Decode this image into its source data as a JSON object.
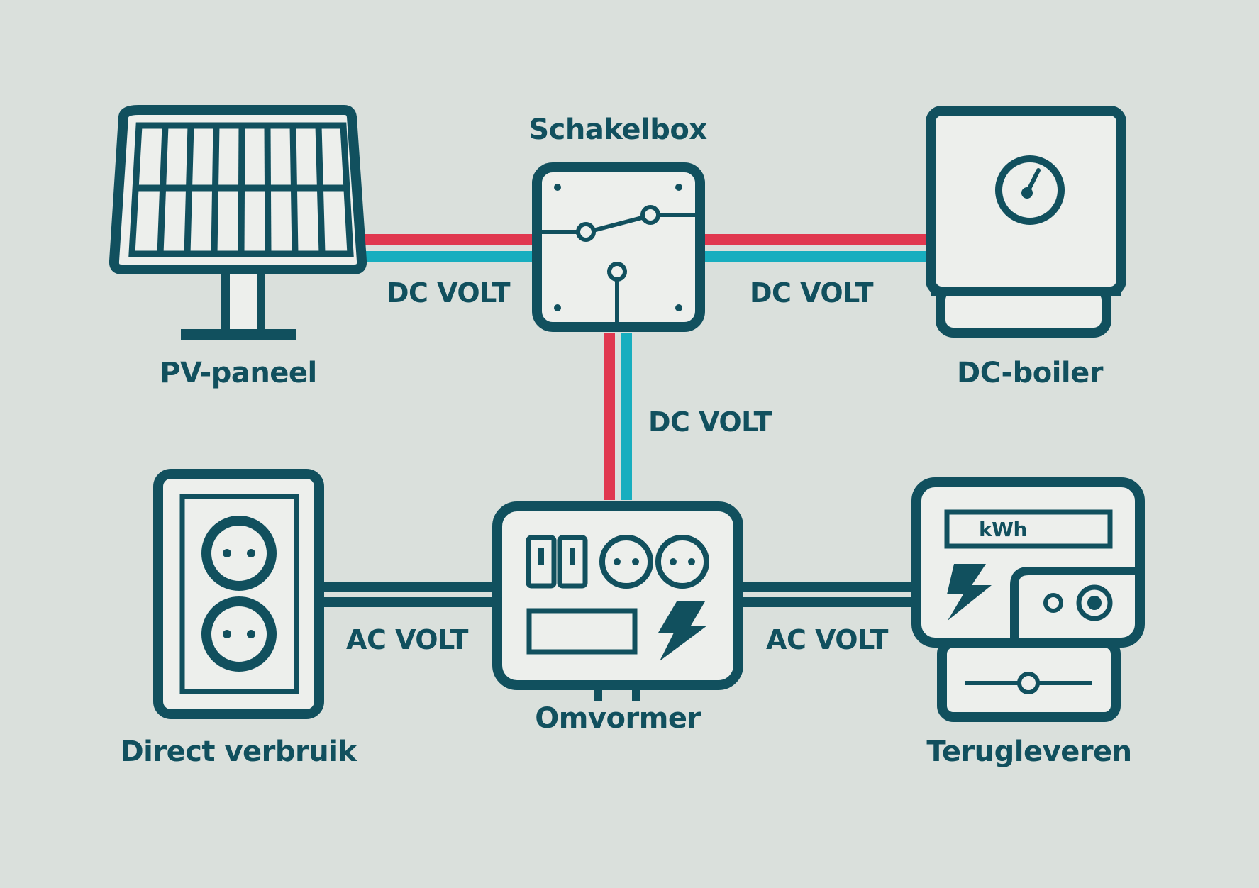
{
  "colors": {
    "background": "#dae0dc",
    "outline": "#11505e",
    "fill": "#edefec",
    "dc_positive": "#e0384f",
    "dc_negative": "#17aebf"
  },
  "nodes": {
    "pv_panel": {
      "label": "PV-paneel",
      "icon": "solar-panel-icon"
    },
    "switchbox": {
      "label": "Schakelbox",
      "icon": "switch-icon"
    },
    "dc_boiler": {
      "label": "DC-boiler",
      "icon": "boiler-icon"
    },
    "direct_use": {
      "label": "Direct verbruik",
      "icon": "power-outlet-icon"
    },
    "inverter": {
      "label": "Omvormer",
      "icon": "inverter-icon"
    },
    "feed_in": {
      "label": "Terugleveren",
      "icon": "electricity-meter-icon",
      "display_text": "kWh"
    }
  },
  "connections": [
    {
      "from": "PV-paneel",
      "to": "Schakelbox",
      "label": "DC VOLT",
      "type": "dc"
    },
    {
      "from": "Schakelbox",
      "to": "DC-boiler",
      "label": "DC VOLT",
      "type": "dc"
    },
    {
      "from": "Schakelbox",
      "to": "Omvormer",
      "label": "DC VOLT",
      "type": "dc"
    },
    {
      "from": "Omvormer",
      "to": "Direct verbruik",
      "label": "AC VOLT",
      "type": "ac"
    },
    {
      "from": "Omvormer",
      "to": "Terugleveren",
      "label": "AC VOLT",
      "type": "ac"
    }
  ]
}
